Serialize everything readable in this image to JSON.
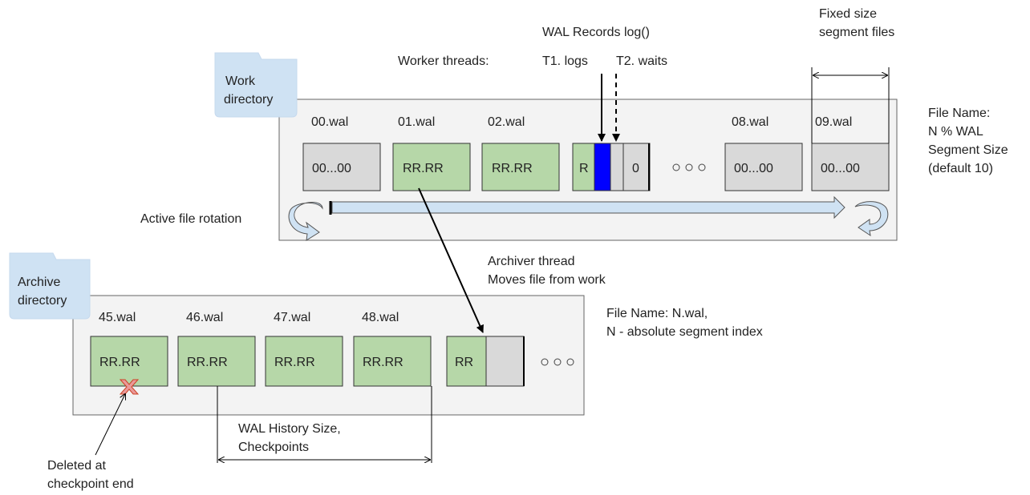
{
  "texts": {
    "fixed_size_line1": "Fixed size",
    "fixed_size_line2": "segment files",
    "wal_records": "WAL Records log()",
    "worker_threads": "Worker threads:",
    "t1_logs": "T1. logs",
    "t2_waits": "T2. waits",
    "work_dir_line1": "Work",
    "work_dir_line2": "directory",
    "file_name_work_line1": "File Name:",
    "file_name_work_line2": "N % WAL",
    "file_name_work_line3": "Segment Size",
    "file_name_work_line4": "(default 10)",
    "active_file_rotation": "Active file rotation",
    "archiver_line1": "Archiver thread",
    "archiver_line2": "Moves file from work",
    "archive_dir_line1": "Archive",
    "archive_dir_line2": "directory",
    "file_name_archive_line1": "File Name: N.wal,",
    "file_name_archive_line2": "N - absolute segment index",
    "history_line1": "WAL History Size,",
    "history_line2": "Checkpoints",
    "deleted_line1": "Deleted at",
    "deleted_line2": "checkpoint end"
  },
  "work_files": [
    {
      "name": "00.wal",
      "content": "00...00",
      "state": "empty"
    },
    {
      "name": "01.wal",
      "content": "RR.RR",
      "state": "full"
    },
    {
      "name": "02.wal",
      "content": "RR.RR",
      "state": "full"
    },
    {
      "name": "",
      "content": "R",
      "content2": "0",
      "state": "active"
    },
    {
      "name": "08.wal",
      "content": "00...00",
      "state": "empty"
    },
    {
      "name": "09.wal",
      "content": "00...00",
      "state": "empty"
    }
  ],
  "archive_files": [
    {
      "name": "45.wal",
      "content": "RR.RR"
    },
    {
      "name": "46.wal",
      "content": "RR.RR"
    },
    {
      "name": "47.wal",
      "content": "RR.RR"
    },
    {
      "name": "48.wal",
      "content": "RR.RR"
    },
    {
      "name": "",
      "content": "RR"
    }
  ],
  "colors": {
    "panel_bg": "#f3f3f3",
    "folder_tab": "#cfe2f3",
    "file_full": "#b6d7a8",
    "file_empty": "#d9d9d9",
    "record_active": "#0000ff",
    "rotation_bar": "#cfe2f3",
    "delete_mark": "#ea9999"
  }
}
